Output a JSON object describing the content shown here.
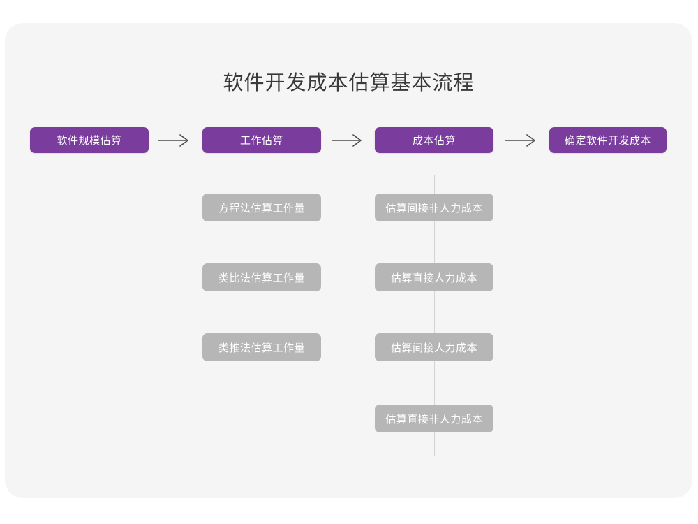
{
  "title": "软件开发成本估算基本流程",
  "colors": {
    "canvas_background": "#f5f5f5",
    "page_background": "#ffffff",
    "primary_node": "#7a3d9e",
    "secondary_node": "#b6b6b6",
    "node_text": "#ffffff",
    "title_text": "#3a3a3a",
    "connector_line": "#d3d3d3",
    "arrow": "#4a4a4a"
  },
  "chart_data": {
    "type": "diagram",
    "subtype": "flowchart",
    "title": "软件开发成本估算基本流程",
    "orientation": "left-to-right with vertical sub-branches",
    "stages": [
      {
        "id": "stage-1",
        "label": "软件规模估算",
        "level": "primary",
        "substeps": []
      },
      {
        "id": "stage-2",
        "label": "工作估算",
        "level": "primary",
        "substeps": [
          "方程法估算工作量",
          "类比法估算工作量",
          "类推法估算工作量"
        ]
      },
      {
        "id": "stage-3",
        "label": "成本估算",
        "level": "primary",
        "substeps": [
          "估算间接非人力成本",
          "估算直接人力成本",
          "估算间接人力成本",
          "估算直接非人力成本"
        ]
      },
      {
        "id": "stage-4",
        "label": "确定软件开发成本",
        "level": "primary",
        "substeps": []
      }
    ],
    "connectors": [
      {
        "from": "stage-1",
        "to": "stage-2",
        "type": "arrow-right"
      },
      {
        "from": "stage-2",
        "to": "stage-3",
        "type": "arrow-right"
      },
      {
        "from": "stage-3",
        "to": "stage-4",
        "type": "arrow-right"
      },
      {
        "from": "stage-2",
        "to": "substeps",
        "type": "vertical-line"
      },
      {
        "from": "stage-3",
        "to": "substeps",
        "type": "vertical-line"
      }
    ]
  },
  "nodes": {
    "stage1": {
      "label": "软件规模估算"
    },
    "stage2": {
      "label": "工作估算"
    },
    "stage3": {
      "label": "成本估算"
    },
    "stage4": {
      "label": "确定软件开发成本"
    },
    "branch2": [
      {
        "label": "方程法估算工作量"
      },
      {
        "label": "类比法估算工作量"
      },
      {
        "label": "类推法估算工作量"
      }
    ],
    "branch3": [
      {
        "label": "估算间接非人力成本"
      },
      {
        "label": "估算直接人力成本"
      },
      {
        "label": "估算间接人力成本"
      },
      {
        "label": "估算直接非人力成本"
      }
    ]
  },
  "icons": {
    "arrow_right": "arrow-right-icon"
  }
}
